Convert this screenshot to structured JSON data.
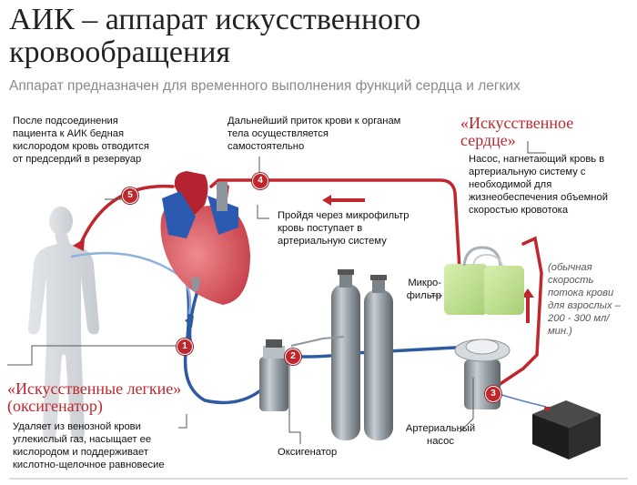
{
  "title": "АИК – аппарат искусственного кровообращения",
  "subtitle": "Аппарат предназначен для временного выполнения функций сердца и легких",
  "notes": {
    "step5": "После подсоединения пациента к АИК бедная кислородом кровь отводится от предсердий в резервуар",
    "step4": "Дальнейший приток крови к органам тела осуществляется самостоятельно",
    "microfilter_route": "Пройдя через микрофильтр кровь поступает в артериальную систему",
    "heart_title": "«Искусственное сердце»",
    "heart_desc": "Насос, нагнетающий кровь в артериальную систему с необходимой для жизнеобеспечения объемной скоростью кровотока",
    "flow_rate": "(обычная скорость потока крови для взрослых – 200 - 300 мл/мин.)",
    "lungs_title": "«Искусственные легкие» (оксигенатор)",
    "lungs_desc": "Удаляет из венозной крови углекислый газ, насыщает ее кислородом и поддерживает кислотно-щелочное равновесие"
  },
  "labels": {
    "microfilter": "Микро-фильтр",
    "oxygenator": "Оксигенатор",
    "arterial_pump": "Артериальный насос"
  },
  "steps": [
    "1",
    "2",
    "3",
    "4",
    "5"
  ],
  "colors": {
    "artery": "#c0272d",
    "vein": "#2d5aa0",
    "accent_text": "#c0272d",
    "subtitle": "#8a8a8a"
  }
}
